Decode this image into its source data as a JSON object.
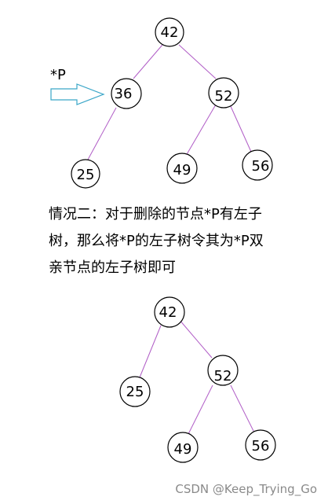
{
  "pointer_label": "*P",
  "tree_before": {
    "nodes": [
      {
        "id": "n42",
        "label": "42"
      },
      {
        "id": "n36",
        "label": "36"
      },
      {
        "id": "n52",
        "label": "52"
      },
      {
        "id": "n25",
        "label": "25"
      },
      {
        "id": "n49",
        "label": "49"
      },
      {
        "id": "n56",
        "label": "56"
      }
    ]
  },
  "caption": {
    "lines": [
      "情况二：对于删除的节点*P有左子",
      "树，那么将*P的左子树令其为*P双",
      "亲节点的左子树即可"
    ]
  },
  "tree_after": {
    "nodes": [
      {
        "id": "m42",
        "label": "42"
      },
      {
        "id": "m25",
        "label": "25"
      },
      {
        "id": "m52",
        "label": "52"
      },
      {
        "id": "m49",
        "label": "49"
      },
      {
        "id": "m56",
        "label": "56"
      }
    ]
  },
  "colors": {
    "edge": "#b05cc6",
    "arrow_stroke": "#3aa6c8",
    "node_stroke": "#000000",
    "watermark": "#8a8a8a"
  },
  "watermark": "CSDN @Keep_Trying_Go"
}
